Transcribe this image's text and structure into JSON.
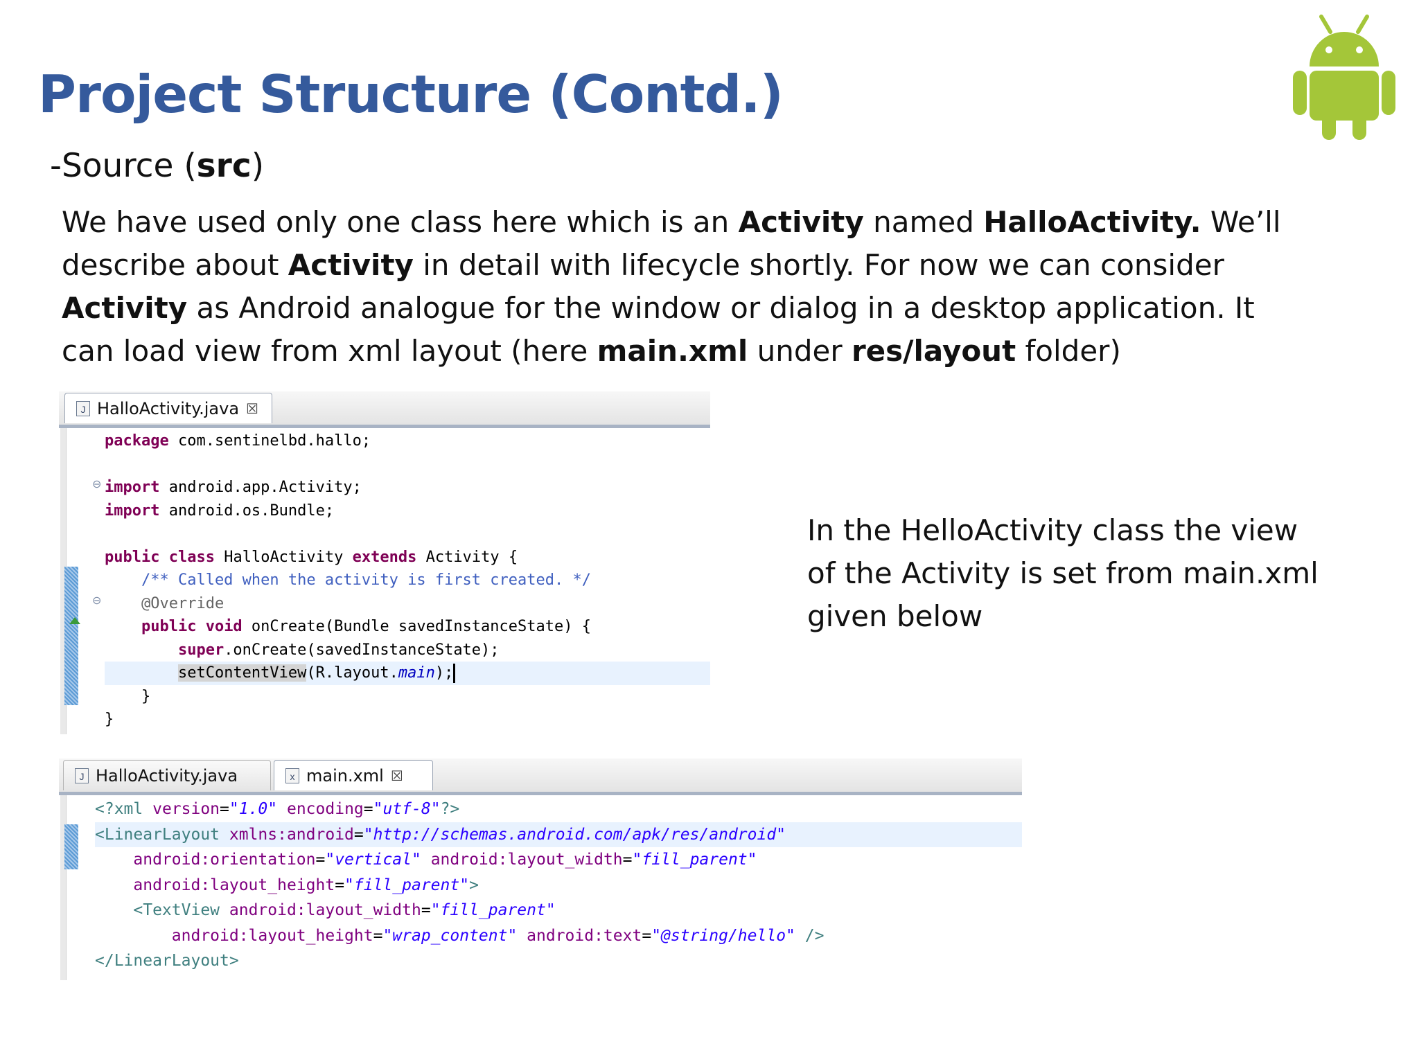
{
  "slide": {
    "title": "Project Structure (Contd.)",
    "subtitle_prefix": "-Source (",
    "subtitle_bold": "src",
    "subtitle_suffix": ")",
    "paragraph": {
      "l1a": "We have used only one class here which is an ",
      "l1b": "Activity",
      "l1c": " named ",
      "l1d": "HalloActivity.",
      "l1e": " We’ll",
      "l2a": "describe about ",
      "l2b": "Activity",
      "l2c": " in detail with lifecycle shortly. For now we can consider",
      "l3a": "Activity",
      "l3b": " as Android analogue for the window or dialog in a desktop application. It",
      "l4a": "can load view from xml layout (here ",
      "l4b": "main.xml",
      "l4c": " under ",
      "l4d": "res/layout",
      "l4e": " folder)"
    },
    "side_text": {
      "line1": "In the HelloActivity class the view",
      "line2": "of the Activity is set from main.xml",
      "line3": "given below"
    }
  },
  "editor1": {
    "tab_label": "HalloActivity.java",
    "tab_icon": "J",
    "code": {
      "l1_kw": "package",
      "l1_rest": " com.sentinelbd.hallo;",
      "l3_kw": "import",
      "l3_rest": " android.app.Activity;",
      "l4_kw": "import",
      "l4_rest": " android.os.Bundle;",
      "l6_kw1": "public",
      "l6_kw2": "class",
      "l6_name": " HalloActivity ",
      "l6_kw3": "extends",
      "l6_rest": " Activity {",
      "l7_comment": "    /** Called when the activity is first created. */",
      "l8_annot": "    @Override",
      "l9_kw1": "    public",
      "l9_kw2": " void",
      "l9_rest": " onCreate(Bundle savedInstanceState) {",
      "l10_kw": "        super",
      "l10_rest": ".onCreate(savedInstanceState);",
      "l11_pre": "        ",
      "l11_method": "setContentView",
      "l11_mid": "(R.layout.",
      "l11_field": "main",
      "l11_end": ");",
      "l12": "    }",
      "l13": "}"
    }
  },
  "editor2": {
    "tab1_label": "HalloActivity.java",
    "tab1_icon": "J",
    "tab2_label": "main.xml",
    "tab2_icon": "x",
    "code": {
      "l1_a": "<?xml ",
      "l1_b": "version",
      "l1_c": "=",
      "l1_d": "\"1.0\"",
      "l1_e": " encoding",
      "l1_f": "=",
      "l1_g": "\"utf-8\"",
      "l1_h": "?>",
      "l2_a": "<LinearLayout ",
      "l2_b": "xmlns:android",
      "l2_c": "=",
      "l2_d": "\"http://schemas.android.com/apk/res/android\"",
      "l3_a": "    android:orientation",
      "l3_b": "=",
      "l3_c": "\"vertical\"",
      "l3_d": " android:layout_width",
      "l3_e": "=",
      "l3_f": "\"fill_parent\"",
      "l4_a": "    android:layout_height",
      "l4_b": "=",
      "l4_c": "\"fill_parent\"",
      "l4_d": ">",
      "l5_a": "    <TextView ",
      "l5_b": "android:layout_width",
      "l5_c": "=",
      "l5_d": "\"fill_parent\"",
      "l6_a": "        android:layout_height",
      "l6_b": "=",
      "l6_c": "\"wrap_content\"",
      "l6_d": " android:text",
      "l6_e": "=",
      "l6_f": "\"@string/hello\"",
      "l6_g": " />",
      "l7": "</LinearLayout>"
    }
  },
  "colors": {
    "title": "#355a9c",
    "android_green": "#a4c639"
  },
  "icons": {
    "logo": "android-robot-logo"
  }
}
